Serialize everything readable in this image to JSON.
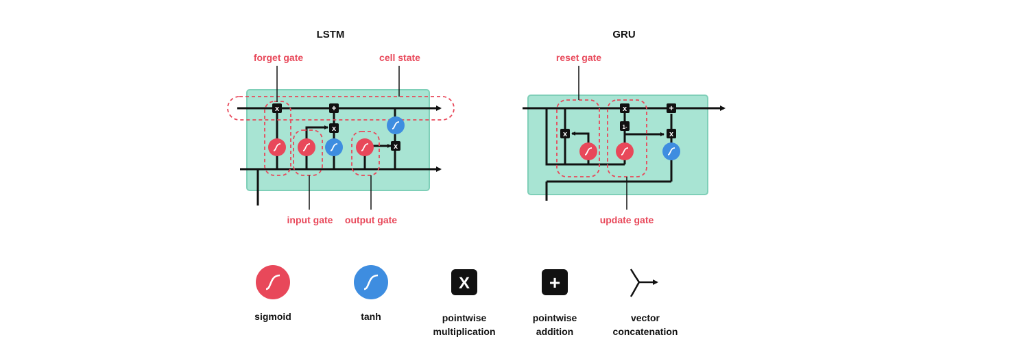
{
  "colors": {
    "sigmoid": "#e8485a",
    "tanh": "#3e8de0",
    "cell_fill": "#a8e4d3",
    "cell_stroke": "#7fcfb8",
    "annotation": "#e8485a",
    "op_box": "#111111"
  },
  "lstm": {
    "title": "LSTM",
    "labels": {
      "forget_gate": "forget gate",
      "cell_state": "cell state",
      "input_gate": "input gate",
      "output_gate": "output gate"
    }
  },
  "gru": {
    "title": "GRU",
    "labels": {
      "reset_gate": "reset gate",
      "update_gate": "update gate"
    },
    "one_minus": "1-"
  },
  "ops": {
    "multiply": "x",
    "add": "+"
  },
  "legend": {
    "sigmoid": "sigmoid",
    "tanh": "tanh",
    "multiply_symbol": "X",
    "add_symbol": "+",
    "multiplication": [
      "pointwise",
      "multiplication"
    ],
    "addition": [
      "pointwise",
      "addition"
    ],
    "concatenation": [
      "vector",
      "concatenation"
    ]
  }
}
